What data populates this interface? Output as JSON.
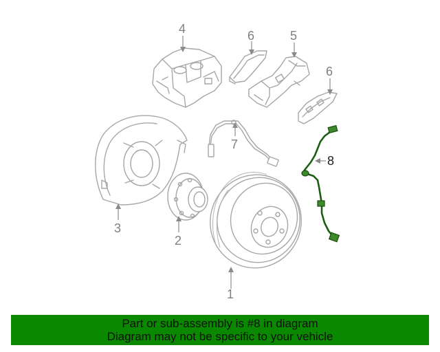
{
  "diagram": {
    "labels": {
      "p1": "1",
      "p2": "2",
      "p3": "3",
      "p4": "4",
      "p5": "5",
      "p6a": "6",
      "p6b": "6",
      "p7": "7",
      "p8": "8"
    },
    "highlight_color": "#0a8800",
    "part_color": "#a6a6a6"
  },
  "banner": {
    "line1": "Part or sub-assembly is #8 in diagram",
    "line2": "Diagram may not be specific to your vehicle",
    "background": "#0a8800"
  }
}
